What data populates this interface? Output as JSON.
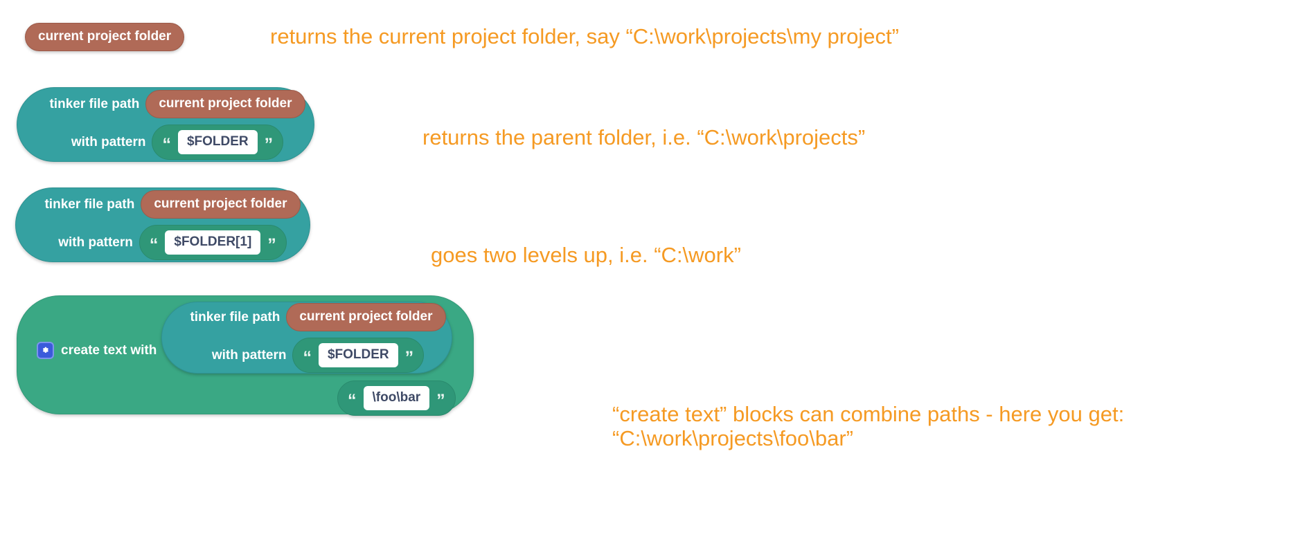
{
  "palette": {
    "reporter_brown": "#b06a57",
    "teal": "#35a1a1",
    "green": "#3aa884",
    "string_slot_green": "#2f9778",
    "field_text": "#3f4a66",
    "annotation_orange": "#f59a23",
    "gear_blue": "#3b5bdb"
  },
  "blocks": [
    {
      "id": "current-project-folder",
      "kind": "reporter",
      "label": "current project folder"
    },
    {
      "id": "tinker-file-path-folder",
      "kind": "statement",
      "rows": [
        {
          "label": "tinker file path",
          "operand": "current project folder"
        },
        {
          "label": "with pattern",
          "open_quote": "“",
          "value": "$FOLDER",
          "close_quote": "”"
        }
      ]
    },
    {
      "id": "tinker-file-path-folder-1",
      "kind": "statement",
      "rows": [
        {
          "label": "tinker file path",
          "operand": "current project folder"
        },
        {
          "label": "with pattern",
          "open_quote": "“",
          "value": "$FOLDER[1]",
          "close_quote": "”"
        }
      ]
    },
    {
      "id": "create-text-with",
      "kind": "container",
      "label": "create text with",
      "icon": "gear-icon",
      "inner": {
        "rows": [
          {
            "label": "tinker file path",
            "operand": "current project folder"
          },
          {
            "label": "with pattern",
            "open_quote": "“",
            "value": "$FOLDER",
            "close_quote": "”"
          }
        ]
      },
      "string_operand": {
        "open_quote": "“",
        "value": "\\foo\\bar",
        "close_quote": "”"
      }
    }
  ],
  "annotations": [
    {
      "id": "note-1",
      "text": "returns the current project folder, say “C:\\work\\projects\\my project”"
    },
    {
      "id": "note-2",
      "text": "returns the parent folder, i.e. “C:\\work\\projects”"
    },
    {
      "id": "note-3",
      "text": "goes two levels up, i.e. “C:\\work”"
    },
    {
      "id": "note-4",
      "text": "“create text” blocks can combine paths - here you get:\n“C:\\work\\projects\\foo\\bar”"
    }
  ]
}
